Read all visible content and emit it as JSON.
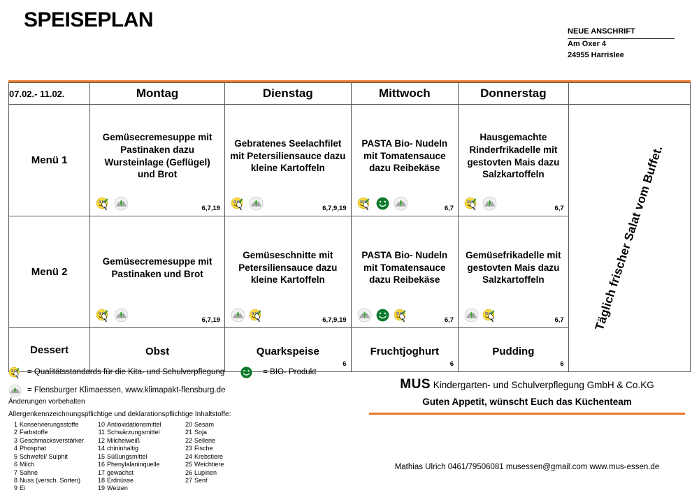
{
  "header": {
    "title": "SPEISEPLAN",
    "address_title": "NEUE ANSCHRIFT",
    "address_street": "Am Oxer 4",
    "address_city": "24955 Harrislee"
  },
  "table": {
    "week_range": "07.02.-  11.02.",
    "days": [
      "Montag",
      "Dienstag",
      "Mittwoch",
      "Donnerstag"
    ],
    "salad_note": "Täglich frischer Salat vom Buffet.",
    "rows": [
      {
        "label": "Menü 1",
        "cells": [
          {
            "dish": "Gemüsecremesuppe mit Pastinaken dazu Wursteinlage (Geflügel) und Brot",
            "icons": [
              "quality-smiley-icon",
              "klimaessen-icon"
            ],
            "allergens": "6,7,19"
          },
          {
            "dish": "Gebratenes Seelachfilet mit Petersiliensauce dazu kleine Kartoffeln",
            "icons": [
              "quality-smiley-icon",
              "klimaessen-icon"
            ],
            "allergens": "6,7,9,19"
          },
          {
            "dish": "PASTA Bio- Nudeln mit Tomatensauce dazu Reibekäse",
            "icons": [
              "quality-smiley-icon",
              "bio-smiley-icon",
              "klimaessen-icon"
            ],
            "allergens": "6,7"
          },
          {
            "dish": "Hausgemachte Rinderfrikadelle mit gestovten Mais dazu Salzkartoffeln",
            "icons": [
              "quality-smiley-icon",
              "klimaessen-icon"
            ],
            "allergens": "6,7"
          }
        ]
      },
      {
        "label": "Menü 2",
        "cells": [
          {
            "dish": "Gemüsecremesuppe mit Pastinaken und Brot",
            "icons": [
              "quality-smiley-icon",
              "klimaessen-icon"
            ],
            "allergens": "6,7,19"
          },
          {
            "dish": "Gemüseschnitte mit Petersiliensauce dazu kleine Kartoffeln",
            "icons": [
              "klimaessen-icon",
              "quality-smiley-icon"
            ],
            "allergens": "6,7,9,19"
          },
          {
            "dish": "PASTA Bio- Nudeln mit Tomatensauce dazu Reibekäse",
            "icons": [
              "klimaessen-icon",
              "bio-smiley-icon",
              "quality-smiley-icon"
            ],
            "allergens": "6,7"
          },
          {
            "dish": "Gemüsefrikadelle mit gestovten Mais dazu Salzkartoffeln",
            "icons": [
              "klimaessen-icon",
              "quality-smiley-icon"
            ],
            "allergens": "6,7"
          }
        ]
      },
      {
        "label": "Dessert",
        "cells": [
          {
            "dish": "Obst",
            "icons": [],
            "allergens": ""
          },
          {
            "dish": "Quarkspeise",
            "icons": [],
            "allergens": "6"
          },
          {
            "dish": "Fruchtjoghurt",
            "icons": [],
            "allergens": "6"
          },
          {
            "dish": "Pudding",
            "icons": [],
            "allergens": "6"
          }
        ]
      }
    ]
  },
  "legend": {
    "quality_text": "= Qualitätsstandards für die Kita- und Schulverpflegung",
    "bio_text": "= BIO- Produkt",
    "klima_text": "= Flensburger Klimaessen, www.klimapakt-flensburg.de",
    "disclaimer": "Änderungen vorbehalten",
    "allergen_heading": "Allergenkennzeichnungspflichtige und deklarationspflichtige Inhaltstoffe:"
  },
  "allergens": {
    "col1": [
      {
        "num": "1",
        "text": "Konservierungsstoffe"
      },
      {
        "num": "2",
        "text": "Farbstoffe"
      },
      {
        "num": "3",
        "text": "Geschmacksverstärker"
      },
      {
        "num": "4",
        "text": "Phosphat"
      },
      {
        "num": "5",
        "text": "Schwefel/ Sulphit"
      },
      {
        "num": "6",
        "text": "Milch"
      },
      {
        "num": "7",
        "text": "Sahne"
      },
      {
        "num": "8",
        "text": "Nuss  (versch. Sorten)"
      },
      {
        "num": "9",
        "text": "Ei"
      }
    ],
    "col2": [
      {
        "num": "10",
        "text": "Antioxidationsmittel"
      },
      {
        "num": "11",
        "text": "Schwärzungsmittel"
      },
      {
        "num": "12",
        "text": "Milcheiweiß"
      },
      {
        "num": "14",
        "text": "chininhaltig"
      },
      {
        "num": "15",
        "text": "Süßungsmittel"
      },
      {
        "num": "16",
        "text": "Phenylalaninquelle"
      },
      {
        "num": "17",
        "text": "gewachst"
      },
      {
        "num": "18",
        "text": "Erdnüsse"
      },
      {
        "num": "19",
        "text": "Weizen"
      }
    ],
    "col3": [
      {
        "num": "20",
        "text": "Sesam"
      },
      {
        "num": "21",
        "text": "Soja"
      },
      {
        "num": "22",
        "text": "Sellerie"
      },
      {
        "num": "23",
        "text": "Fische"
      },
      {
        "num": "24",
        "text": "Krebstiere"
      },
      {
        "num": "25",
        "text": "Weichtiere"
      },
      {
        "num": "26",
        "text": "Lupinen"
      },
      {
        "num": "27",
        "text": "Senf"
      }
    ]
  },
  "company": {
    "brand": "MUS",
    "descriptor": "Kindergarten- und Schulverpflegung  GmbH & Co.KG",
    "greeting": "Guten Appetit, wünscht Euch das Küchenteam",
    "contact": "Mathias Ulrich  0461/79506081  musessen@gmail.com www.mus-essen.de"
  },
  "colors": {
    "accent_orange": "#E8782D",
    "header_gray": "#d9d9d9",
    "bio_green": "#0b7a2a",
    "smiley_yellow": "#f7d94c"
  }
}
